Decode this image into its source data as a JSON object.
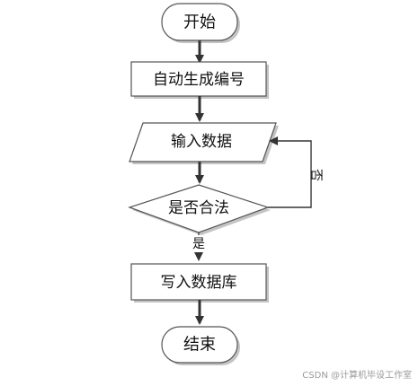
{
  "diagram": {
    "nodes": {
      "start": "开始",
      "generate": "自动生成编号",
      "input": "输入数据",
      "validate": "是否合法",
      "write": "写入数据库",
      "end": "结束"
    },
    "edges": {
      "yes": "是",
      "no": "否"
    },
    "colors": {
      "stroke": "#555555",
      "shadow": "#bfbfbf",
      "arrow": "#333333",
      "text": "#111111"
    }
  },
  "watermark": "CSDN @计算机毕设工作室"
}
